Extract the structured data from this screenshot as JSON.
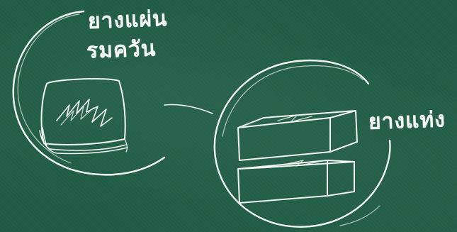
{
  "labels": {
    "sheet_line1": "ยางแผ่น",
    "sheet_line2": "รมควัน",
    "block": "ยางแท่ง"
  },
  "colors": {
    "chalkboard": "#1e5b46",
    "chalk": "#f1f4ef"
  }
}
